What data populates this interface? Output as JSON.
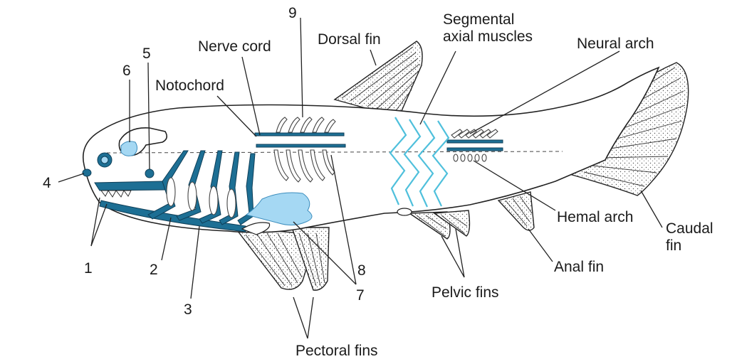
{
  "labels": {
    "nerve_cord": "Nerve cord",
    "notochord": "Notochord",
    "dorsal_fin": "Dorsal fin",
    "segmental_axial_muscles_line1": "Segmental",
    "segmental_axial_muscles_line2": "axial muscles",
    "neural_arch": "Neural arch",
    "hemal_arch": "Hemal arch",
    "caudal_fin_line1": "Caudal",
    "caudal_fin_line2": "fin",
    "anal_fin": "Anal fin",
    "pelvic_fins": "Pelvic fins",
    "pectoral_fins": "Pectoral fins",
    "n1": "1",
    "n2": "2",
    "n3": "3",
    "n4": "4",
    "n5": "5",
    "n6": "6",
    "n7": "7",
    "n8": "8",
    "n9": "9"
  },
  "colors": {
    "structure_blue": "#1d6f94",
    "light_blue": "#a5d8f3",
    "muscle_cyan": "#4fc0dc"
  }
}
